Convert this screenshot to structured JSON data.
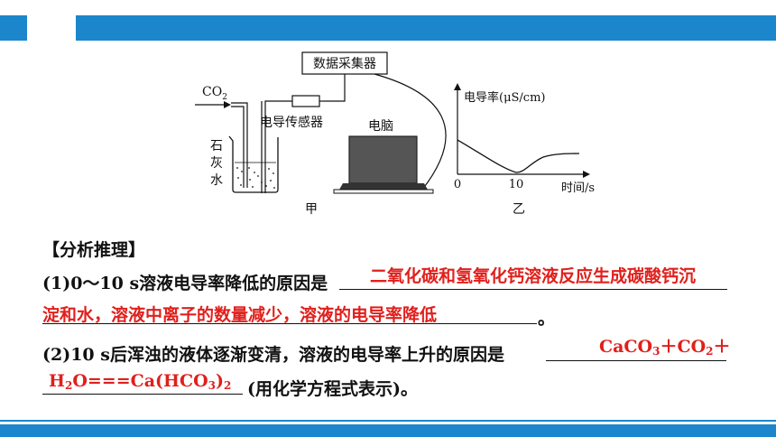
{
  "figure": {
    "collector": "数据采集器",
    "sensor": "电导传感器",
    "computer": "电脑",
    "gas": "CO",
    "gas_sub": "2",
    "limewater": [
      "石",
      "灰",
      "水"
    ],
    "label_a": "甲",
    "label_b": "乙",
    "graph_ylabel": "电导率(μS/cm)",
    "graph_xlabel": "时间/s",
    "tick_0": "0",
    "tick_10": "10"
  },
  "section_title": "【分析推理】",
  "q1": {
    "prefix": "(1)0～10 s溶液电导率降低的原因是",
    "answer_line1": "二氧化碳和氢氧化钙溶液反应生成碳酸钙沉",
    "answer_line2": "淀和水，溶液中离子的数量减少，溶液的电导率降低",
    "end": "。"
  },
  "q2": {
    "prefix": "(2)10 s后浑浊的液体逐渐变清，溶液的电导率上升的原因是",
    "ans_a1": "CaCO",
    "ans_a1_sub": "3",
    "ans_a2": "＋CO",
    "ans_a2_sub": "2",
    "ans_a3": "＋",
    "ans_b1": "H",
    "ans_b1_sub": "2",
    "ans_b2": "O===Ca(HCO",
    "ans_b2_sub": "3",
    "ans_b3": ")",
    "ans_b3_sub": "2",
    "suffix": "(用化学方程式表示)。"
  }
}
